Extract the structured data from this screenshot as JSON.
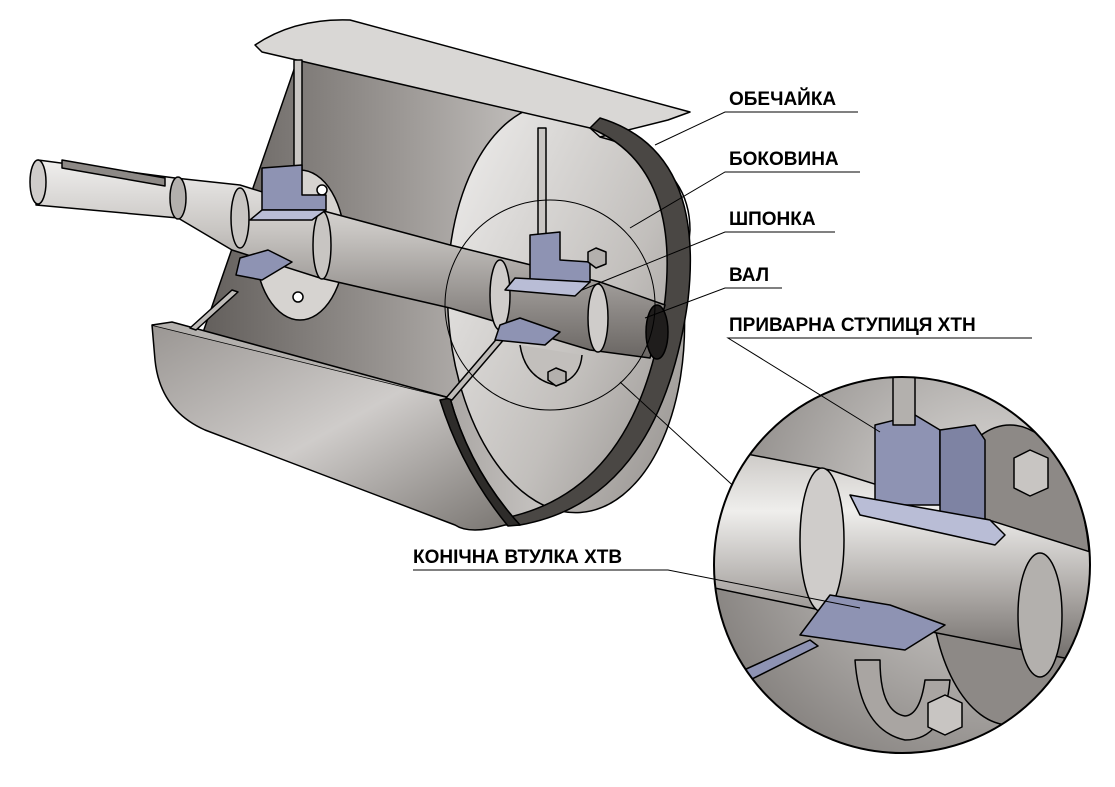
{
  "diagram": {
    "labels": {
      "shell": "ОБЕЧАЙКА",
      "side_wall": "БОКОВИНА",
      "key": "ШПОНКА",
      "shaft": "ВАЛ",
      "welded_hub": "ПРИВАРНА  СТУПИЦЯ ХТН",
      "taper_bushing": "КОНІЧНА  ВТУЛКА ХТВ"
    },
    "colors": {
      "steel_dark": "#6f6b68",
      "steel_mid": "#a9a5a2",
      "steel_light": "#e4e2e0",
      "hub_blue": "#8e93b3",
      "hub_blue_light": "#b9bdd6",
      "outline": "#000000",
      "background": "#ffffff"
    }
  }
}
